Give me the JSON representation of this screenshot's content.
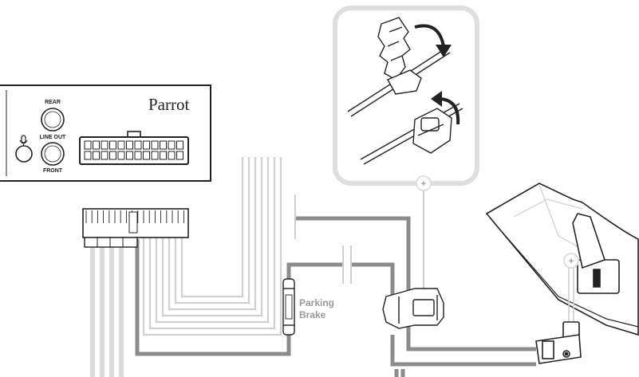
{
  "head_unit": {
    "brand": "Parrot",
    "jack_rear_label": "REAR",
    "jack_line_out_label": "LINE OUT",
    "jack_front_label": "FRONT",
    "mic_icon": "microphone-icon"
  },
  "parking_brake": {
    "label_line1": "Parking",
    "label_line2": "Brake"
  },
  "symbols": {
    "plus": "+"
  },
  "colors": {
    "wire_dark": "#8c8c8c",
    "wire_light": "#dadada",
    "outline": "#222222",
    "label_gray": "#9a9a9a"
  }
}
